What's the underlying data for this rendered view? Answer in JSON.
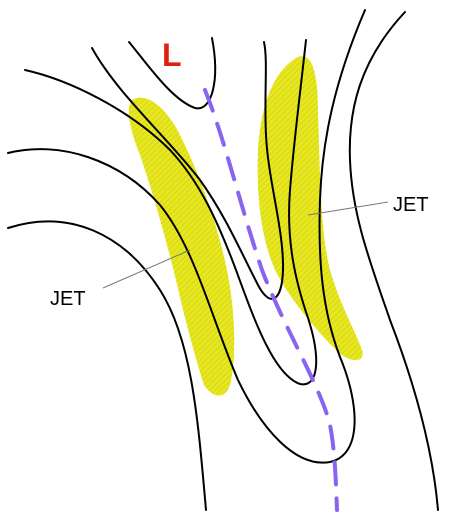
{
  "labels": {
    "low": "L",
    "jet_left": "JET",
    "jet_right": "JET"
  },
  "colors": {
    "contour": "#000000",
    "jet_fill": "#e6e623",
    "jet_hatch": "#cccc00",
    "trough": "#8a63f0",
    "low": "#e02010",
    "pointer": "#777777",
    "text": "#000000"
  }
}
